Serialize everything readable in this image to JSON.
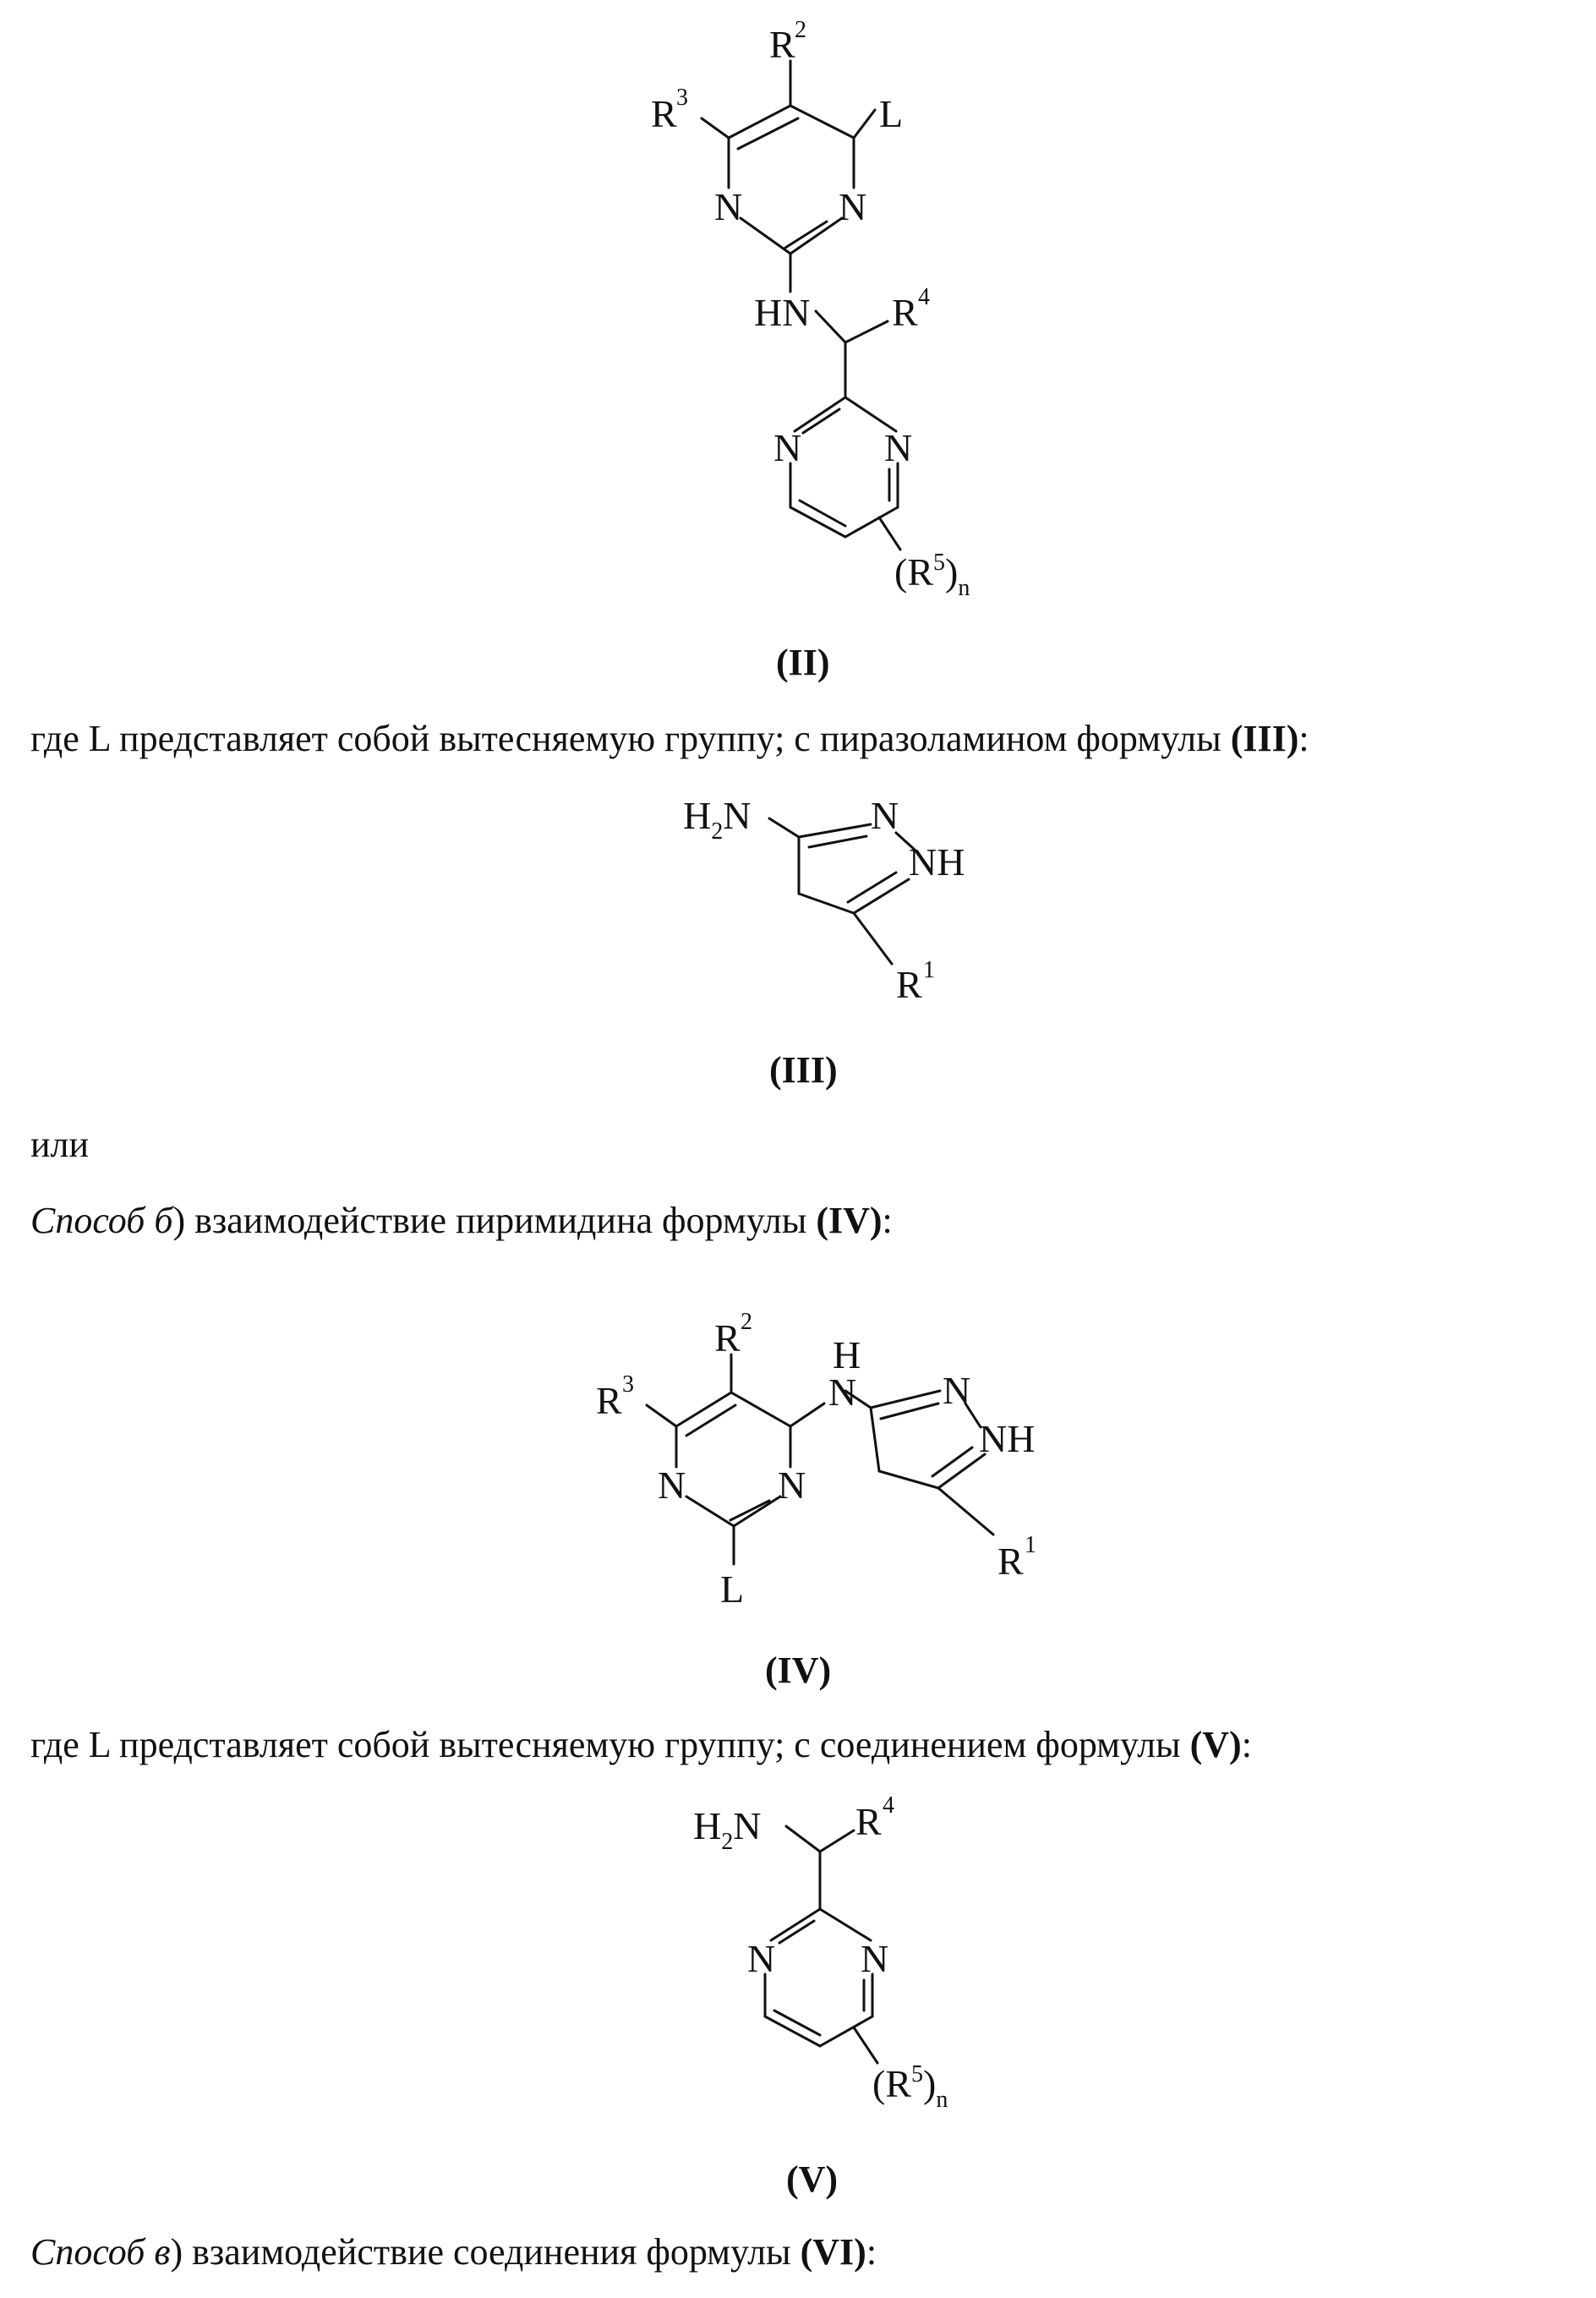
{
  "structures": {
    "II": {
      "label": "(II)",
      "atoms": {
        "r2": "R",
        "r2_sup": "2",
        "r3": "R",
        "r3_sup": "3",
        "l": "L",
        "n_left": "N",
        "n_right": "N",
        "hn": "HN",
        "r4": "R",
        "r4_sup": "4",
        "n2_left": "N",
        "n2_right": "N",
        "r5_group": "(R",
        "r5_sup": "5",
        "r5_close": ")",
        "r5_sub": "n"
      }
    },
    "III": {
      "label": "(III)",
      "atoms": {
        "h2n_h": "H",
        "h2n_sub": "2",
        "h2n_n": "N",
        "n": "N",
        "nh": "NH",
        "r1": "R",
        "r1_sup": "1"
      }
    },
    "IV": {
      "label": "(IV)",
      "atoms": {
        "r2": "R",
        "r2_sup": "2",
        "r3": "R",
        "r3_sup": "3",
        "h": "H",
        "n_link": "N",
        "n_pz": "N",
        "nh_pz": "NH",
        "n_left": "N",
        "n_right": "N",
        "l": "L",
        "r1": "R",
        "r1_sup": "1"
      }
    },
    "V": {
      "label": "(V)",
      "atoms": {
        "h2n_h": "H",
        "h2n_sub": "2",
        "h2n_n": "N",
        "r4": "R",
        "r4_sup": "4",
        "n_left": "N",
        "n_right": "N",
        "r5_group": "(R",
        "r5_sup": "5",
        "r5_close": ")",
        "r5_sub": "n"
      }
    }
  },
  "text": {
    "line1": {
      "pre": "где L представляет собой вытесняемую группу; с пиразоламином формулы ",
      "ref": "(III)",
      "post": ":"
    },
    "line2": {
      "text": "или"
    },
    "line3": {
      "method": "Способ б",
      "mid": ") взаимодействие пиримидина формулы ",
      "ref": "(IV)",
      "post": ":"
    },
    "line4": {
      "pre": "где L представляет собой вытесняемую группу; с соединением формулы ",
      "ref": "(V)",
      "post": ":"
    },
    "line5": {
      "method": "Способ в",
      "mid": ") взаимодействие соединения формулы ",
      "ref": "(VI)",
      "post": ":"
    }
  }
}
